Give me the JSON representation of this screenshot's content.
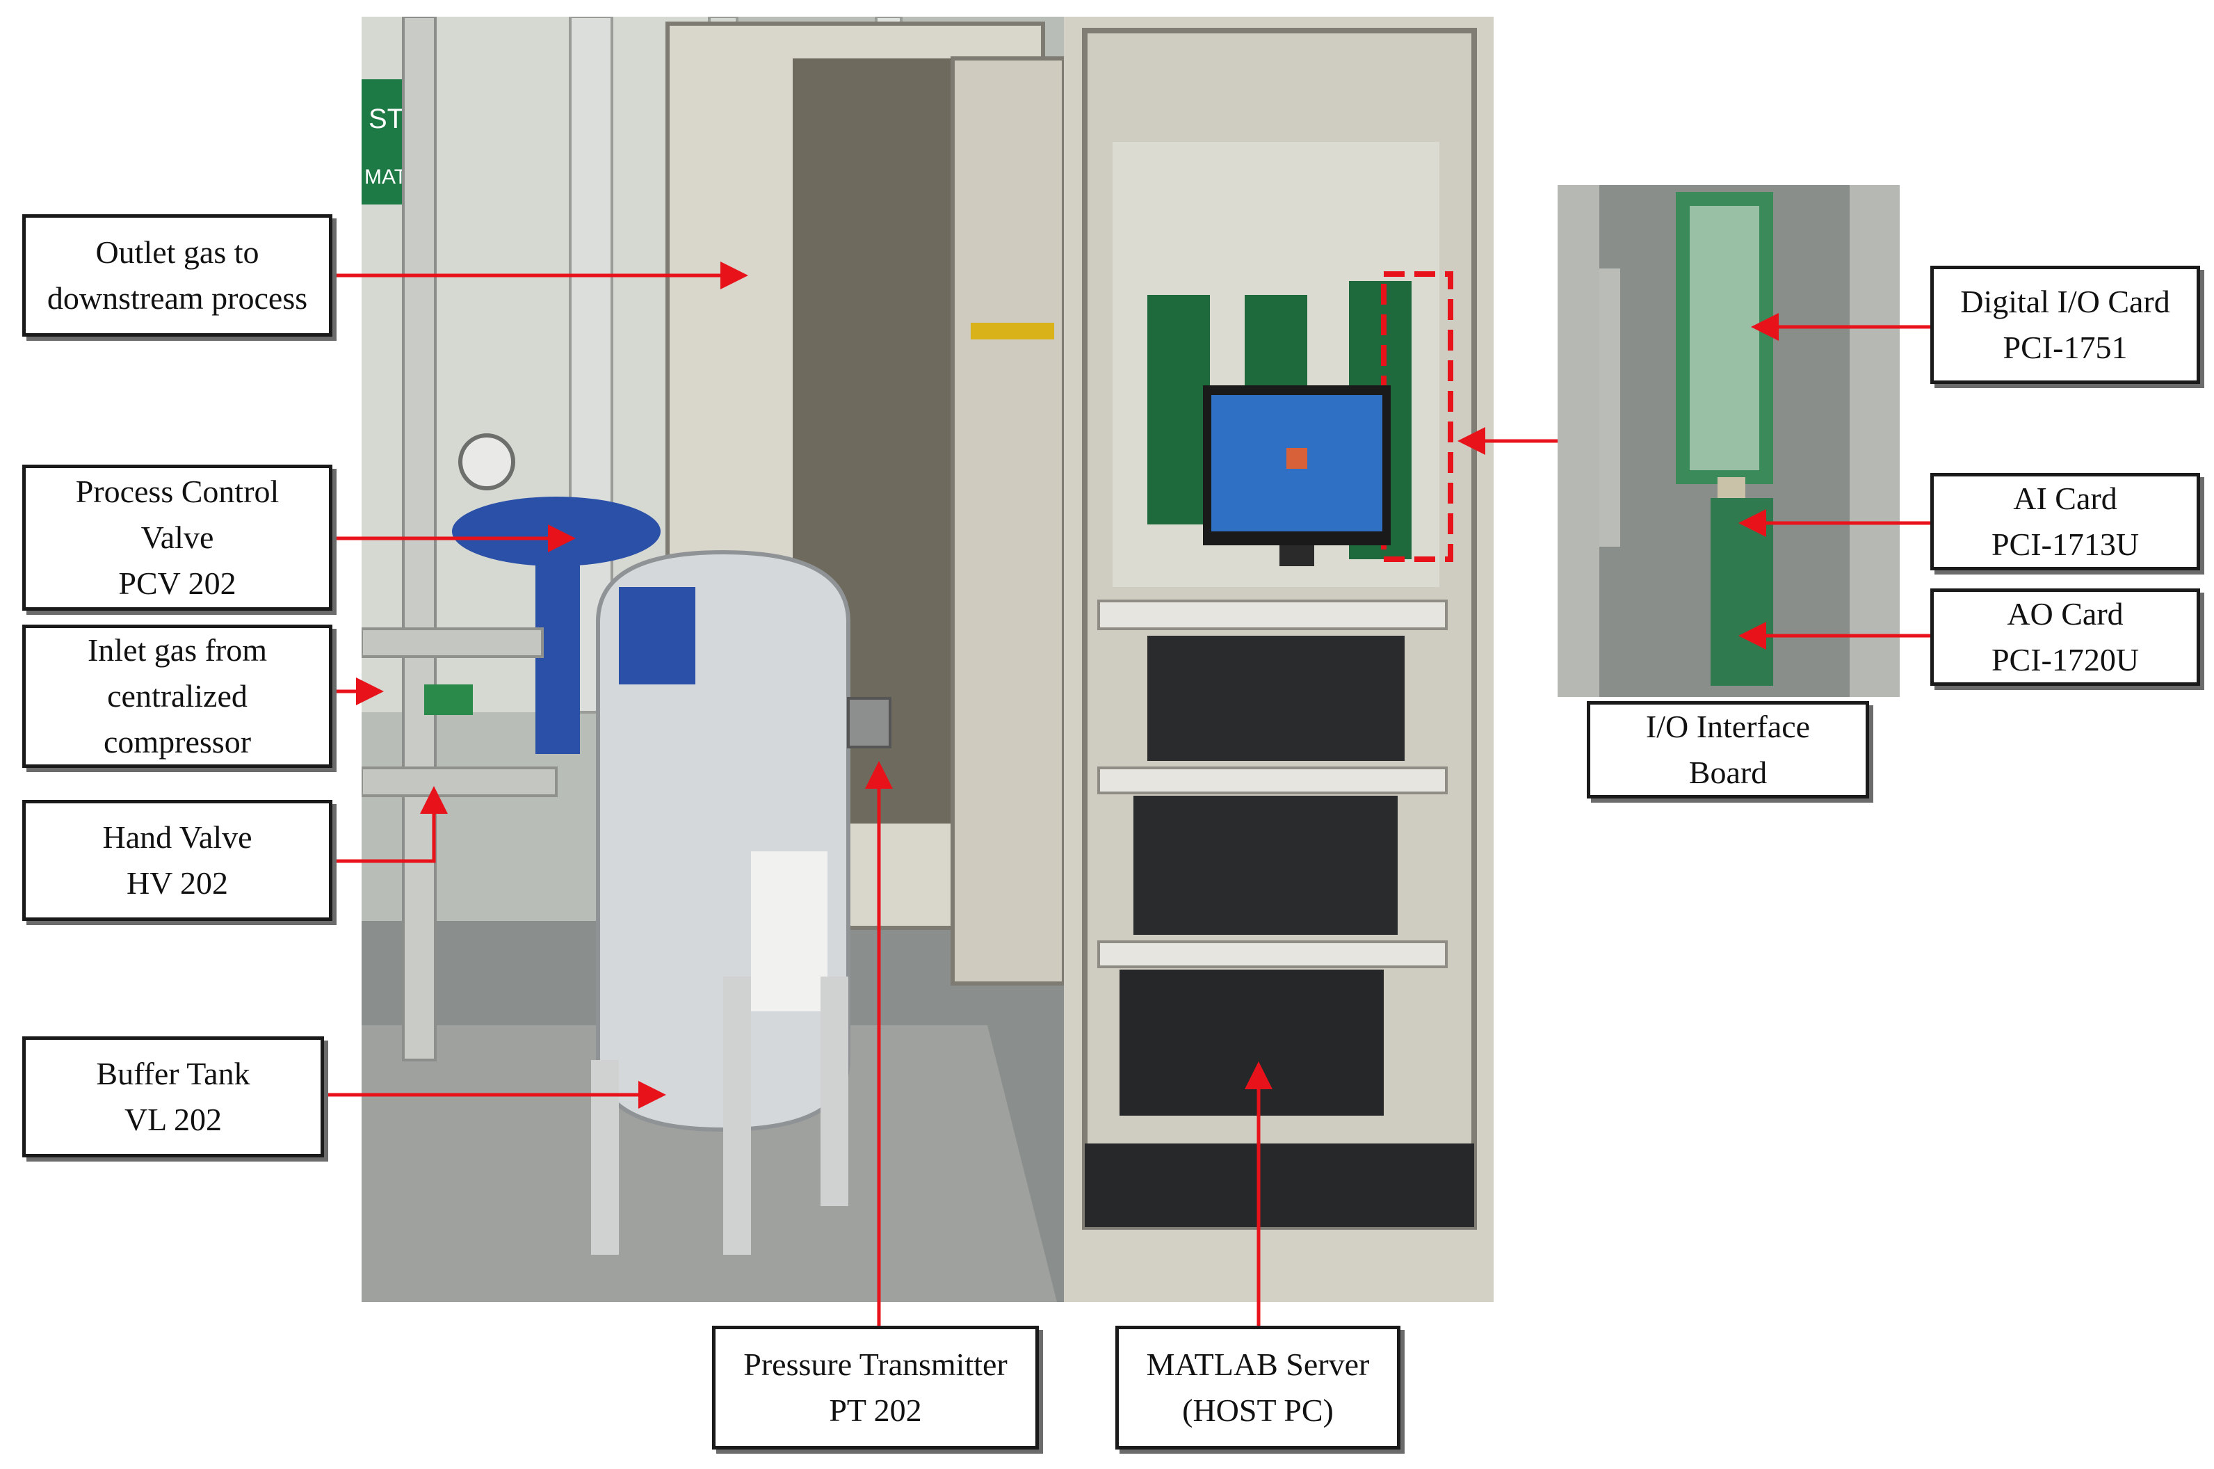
{
  "labels": {
    "outlet": [
      "Outlet gas to",
      "downstream process"
    ],
    "pcv": [
      "Process Control",
      "Valve",
      "PCV 202"
    ],
    "inlet": [
      "Inlet gas from",
      "centralized",
      "compressor"
    ],
    "hand_valve": [
      "Hand Valve",
      "HV 202"
    ],
    "buffer_tank": [
      "Buffer Tank",
      "VL 202"
    ],
    "pressure_transmitter": [
      "Pressure Transmitter",
      "PT 202"
    ],
    "matlab_server": [
      "MATLAB Server",
      "(HOST PC)"
    ],
    "digital_io_card": [
      "Digital I/O Card",
      "PCI-1751"
    ],
    "ai_card": [
      "AI Card",
      "PCI-1713U"
    ],
    "ao_card": [
      "AO Card",
      "PCI-1720U"
    ],
    "io_interface_board": [
      "I/O Interface",
      "Board"
    ]
  },
  "photo_text": {
    "sign": [
      "ST",
      "MATAN"
    ]
  },
  "colors": {
    "arrow": "#e8121b",
    "box_border": "#1a1a1a",
    "box_shadow": "#6b6b6b",
    "text": "#111111"
  }
}
